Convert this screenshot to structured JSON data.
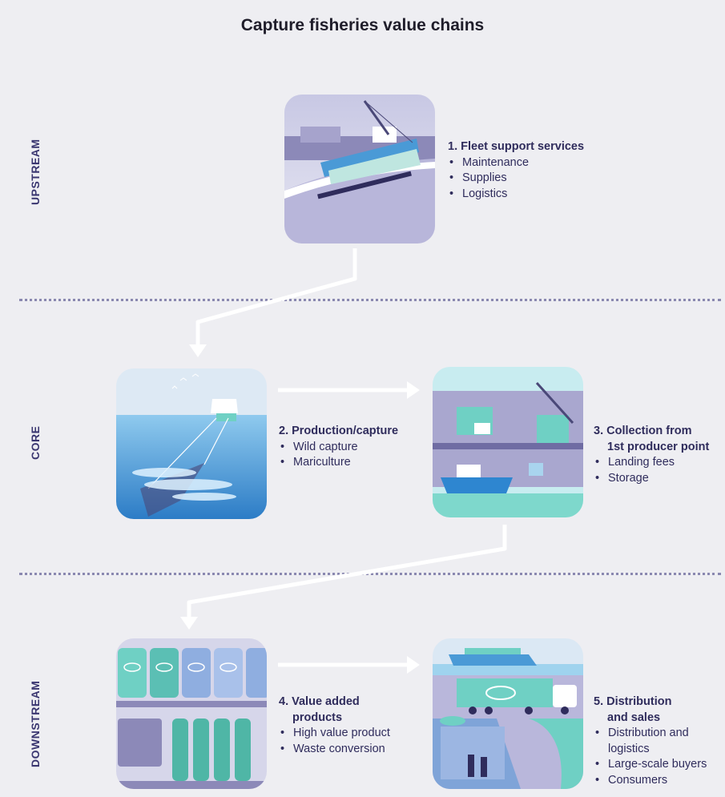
{
  "title": "Capture fisheries value chains",
  "stages": {
    "upstream": "UPSTREAM",
    "core": "CORE",
    "downstream": "DOWNSTREAM"
  },
  "steps": [
    {
      "heading": "1. Fleet support services",
      "items": [
        "Maintenance",
        "Supplies",
        "Logistics"
      ],
      "icon": "ship-on-slipway-illustration"
    },
    {
      "heading": "2. Production/capture",
      "items": [
        "Wild capture",
        "Mariculture"
      ],
      "icon": "trawler-net-illustration"
    },
    {
      "heading_line1": "3. Collection from",
      "heading_line2": "1st producer point",
      "items": [
        "Landing fees",
        "Storage"
      ],
      "icon": "harbour-landing-illustration"
    },
    {
      "heading_line1": "4. Value added",
      "heading_line2": "products",
      "items": [
        "High value product",
        "Waste conversion"
      ],
      "icon": "canned-fish-shelves-illustration"
    },
    {
      "heading_line1": "5. Distribution",
      "heading_line2": "and sales",
      "items": [
        "Distribution and",
        "logistics",
        "Large-scale buyers",
        "Consumers"
      ],
      "icon": "truck-and-shop-illustration"
    }
  ],
  "colors": {
    "background": "#eeeef2",
    "text": "#2f2c5c",
    "arrow": "#ffffff",
    "sea_blue": "#3f8fcf",
    "teal": "#6fd0c4"
  }
}
